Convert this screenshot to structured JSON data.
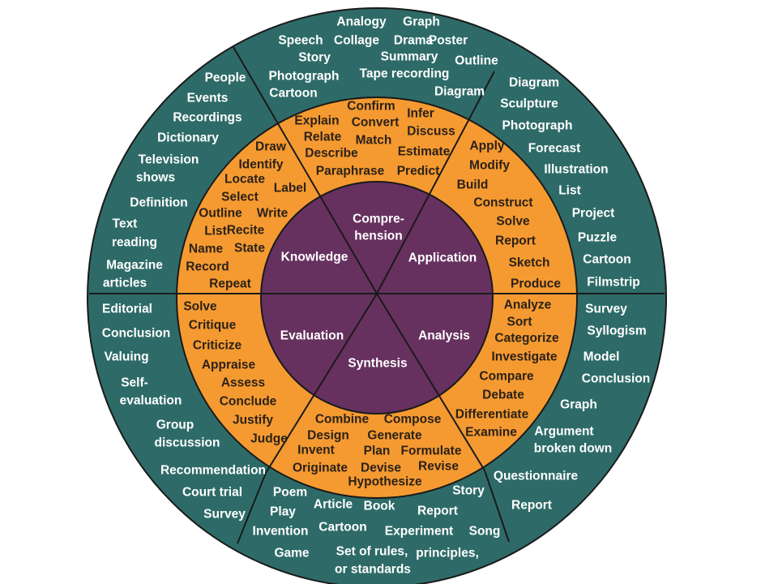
{
  "colors": {
    "outer_ring": "#2e6b68",
    "middle_ring": "#f59a31",
    "core": "#66315f",
    "lines": "#1a1a1a"
  },
  "levels": [
    {
      "id": "knowledge",
      "label": [
        "Knowledge"
      ],
      "verbs": [
        "Draw",
        "Identify",
        "Locate",
        "Label",
        "Select",
        "Outline",
        "Write",
        "List",
        "Recite",
        "Name",
        "State",
        "Record",
        "Repeat"
      ],
      "products": [
        "People",
        "Events",
        "Recordings",
        "Dictionary",
        "Television",
        "shows",
        "Definition",
        "Text",
        "reading",
        "Magazine",
        "articles"
      ]
    },
    {
      "id": "comprehension",
      "label": [
        "Compre-",
        "hension"
      ],
      "verbs": [
        "Confirm",
        "Explain",
        "Infer",
        "Convert",
        "Relate",
        "Discuss",
        "Match",
        "Describe",
        "Estimate",
        "Paraphrase",
        "Predict"
      ],
      "products": [
        "Analogy",
        "Graph",
        "Speech",
        "Collage",
        "Drama",
        "Poster",
        "Story",
        "Summary",
        "Outline",
        "Photograph",
        "Tape recording",
        "Cartoon",
        "Diagram"
      ]
    },
    {
      "id": "application",
      "label": [
        "Application"
      ],
      "verbs": [
        "Apply",
        "Modify",
        "Build",
        "Construct",
        "Solve",
        "Report",
        "Sketch",
        "Produce"
      ],
      "products": [
        "Diagram",
        "Sculpture",
        "Photograph",
        "Forecast",
        "Illustration",
        "List",
        "Project",
        "Puzzle",
        "Cartoon",
        "Filmstrip"
      ]
    },
    {
      "id": "analysis",
      "label": [
        "Analysis"
      ],
      "verbs": [
        "Analyze",
        "Sort",
        "Categorize",
        "Investigate",
        "Compare",
        "Debate",
        "Differentiate",
        "Examine"
      ],
      "products": [
        "Survey",
        "Syllogism",
        "Model",
        "Conclusion",
        "Graph",
        "Argument",
        "broken down",
        "Questionnaire",
        "Report"
      ]
    },
    {
      "id": "synthesis",
      "label": [
        "Synthesis"
      ],
      "verbs": [
        "Combine",
        "Compose",
        "Design",
        "Generate",
        "Invent",
        "Plan",
        "Formulate",
        "Originate",
        "Devise",
        "Revise",
        "Hypothesize"
      ],
      "products": [
        "Poem",
        "Story",
        "Play",
        "Article",
        "Book",
        "Report",
        "Invention",
        "Cartoon",
        "Experiment",
        "Song",
        "Game",
        "Set of rules,",
        "principles,",
        "or standards"
      ]
    },
    {
      "id": "evaluation",
      "label": [
        "Evaluation"
      ],
      "verbs": [
        "Solve",
        "Critique",
        "Criticize",
        "Appraise",
        "Assess",
        "Conclude",
        "Justify",
        "Judge"
      ],
      "products": [
        "Editorial",
        "Conclusion",
        "Valuing",
        "Self-",
        "evaluation",
        "Group",
        "discussion",
        "Recommendation",
        "Court trial",
        "Survey"
      ]
    }
  ]
}
